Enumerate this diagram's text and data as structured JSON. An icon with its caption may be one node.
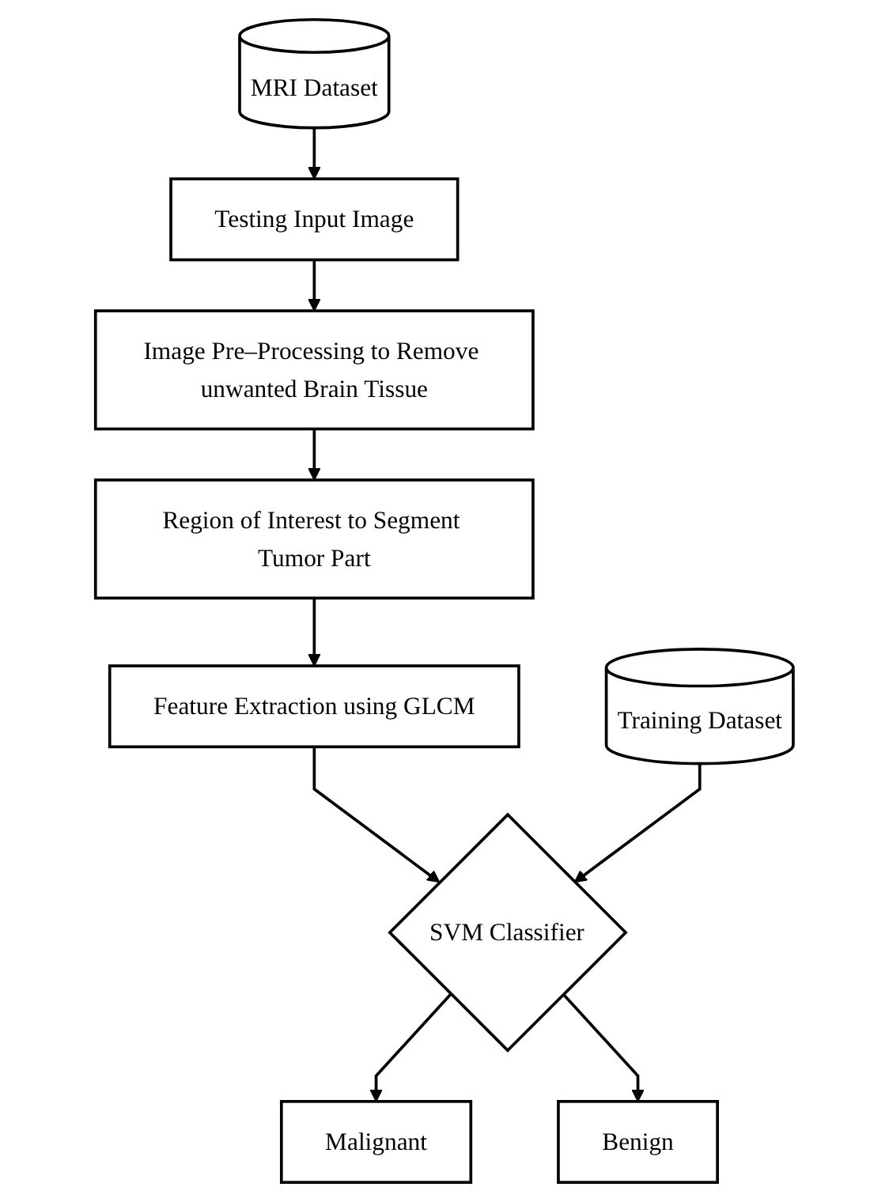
{
  "diagram": {
    "nodes": [
      {
        "text": [
          "MRI Dataset"
        ]
      },
      {
        "text": [
          "Testing Input Image"
        ]
      },
      {
        "text": [
          "Image Pre–Processing to Remove unwanted Brain Tissue"
        ]
      },
      {
        "text": [
          "Region of Interest to Segment Tumor Part"
        ]
      },
      {
        "text": [
          "Feature Extraction using GLCM"
        ]
      },
      {
        "text": [
          "Training Dataset"
        ]
      },
      {
        "text": [
          "SVM Classifier"
        ]
      },
      {
        "text": [
          "Malignant"
        ]
      },
      {
        "text": [
          "Benign"
        ]
      }
    ],
    "edges": [
      {
        "from": 0,
        "to": 1,
        "arrow": "to"
      },
      {
        "from": 1,
        "to": 2,
        "arrow": "to"
      },
      {
        "from": 2,
        "to": 3,
        "arrow": "to"
      },
      {
        "from": 3,
        "to": 4,
        "arrow": "to"
      },
      {
        "from": 4,
        "to": 6,
        "arrow": "to"
      },
      {
        "from": 5,
        "to": 6,
        "arrow": "to"
      },
      {
        "from": 6,
        "to": 7,
        "arrow": "to"
      },
      {
        "from": 6,
        "to": 8,
        "arrow": "to"
      }
    ]
  }
}
